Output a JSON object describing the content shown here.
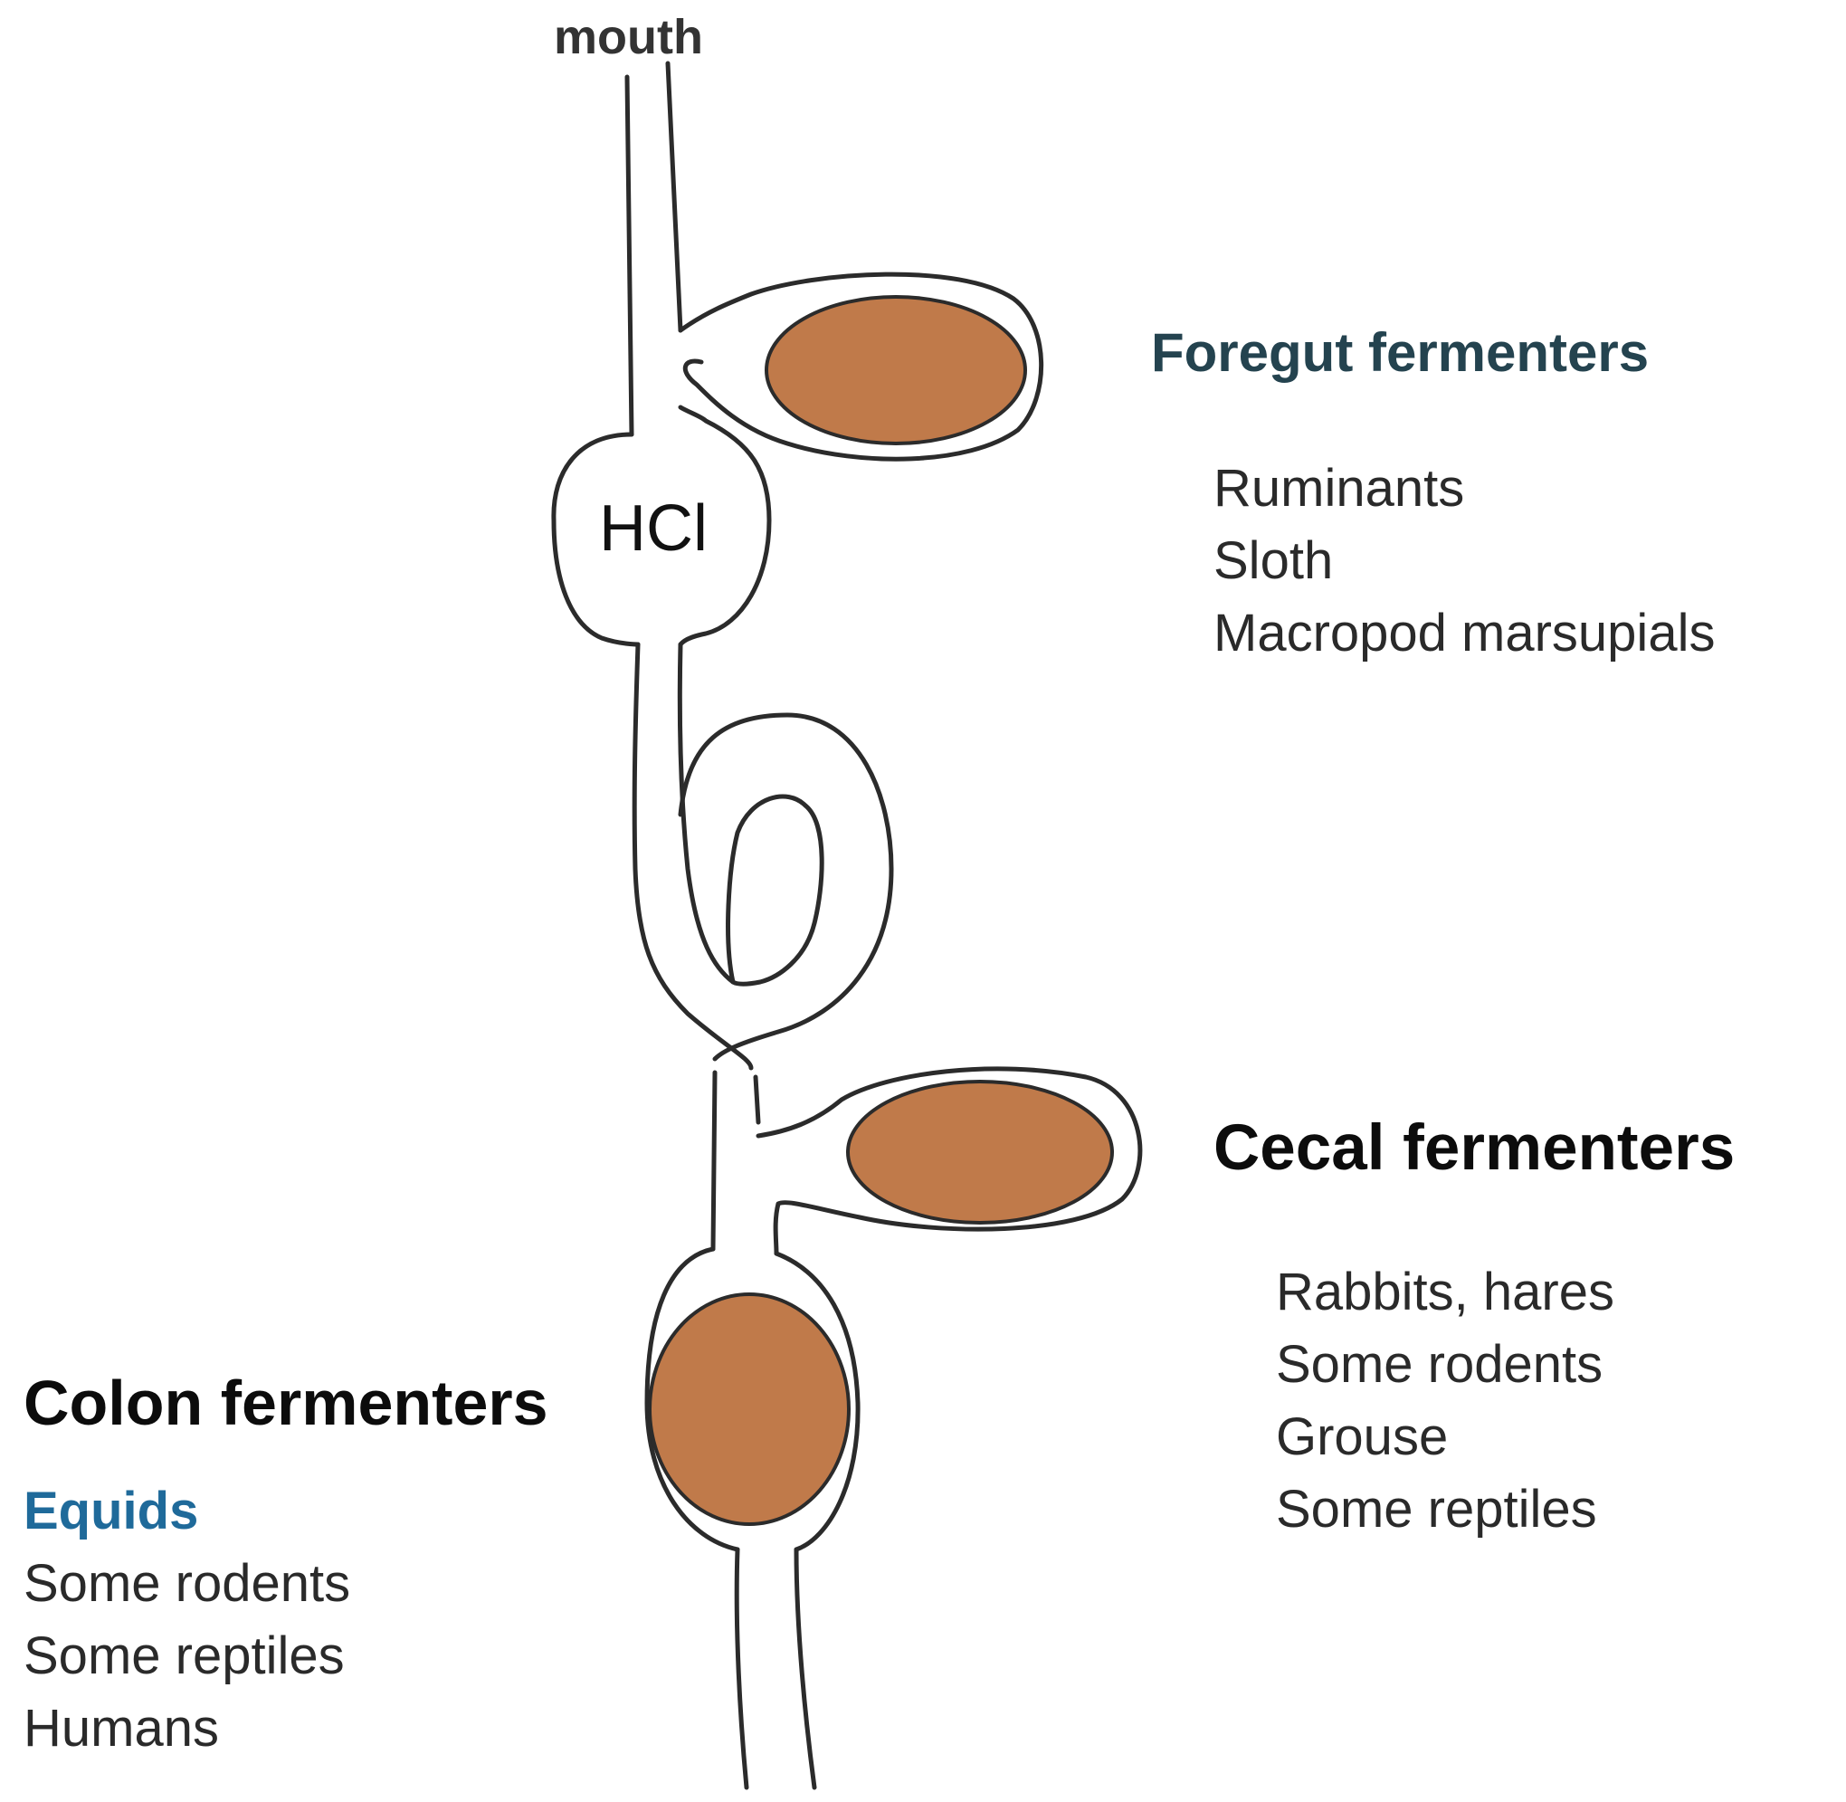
{
  "labels": {
    "mouth": "mouth",
    "stomach": "HCl"
  },
  "foregut": {
    "heading": "Foregut fermenters",
    "items": [
      "Ruminants",
      "Sloth",
      "Macropod marsupials"
    ]
  },
  "cecal": {
    "heading": "Cecal fermenters",
    "items": [
      "Rabbits, hares",
      "Some rodents",
      "Grouse",
      "Some reptiles"
    ]
  },
  "colon": {
    "heading": "Colon fermenters",
    "highlight": "Equids",
    "items": [
      "Some rodents",
      "Some reptiles",
      "Humans"
    ]
  },
  "colors": {
    "fermentation_chamber": "#c07a4a",
    "outline": "#2b2b2b",
    "foregut_heading": "#24434f",
    "highlight": "#1f6a9a"
  }
}
